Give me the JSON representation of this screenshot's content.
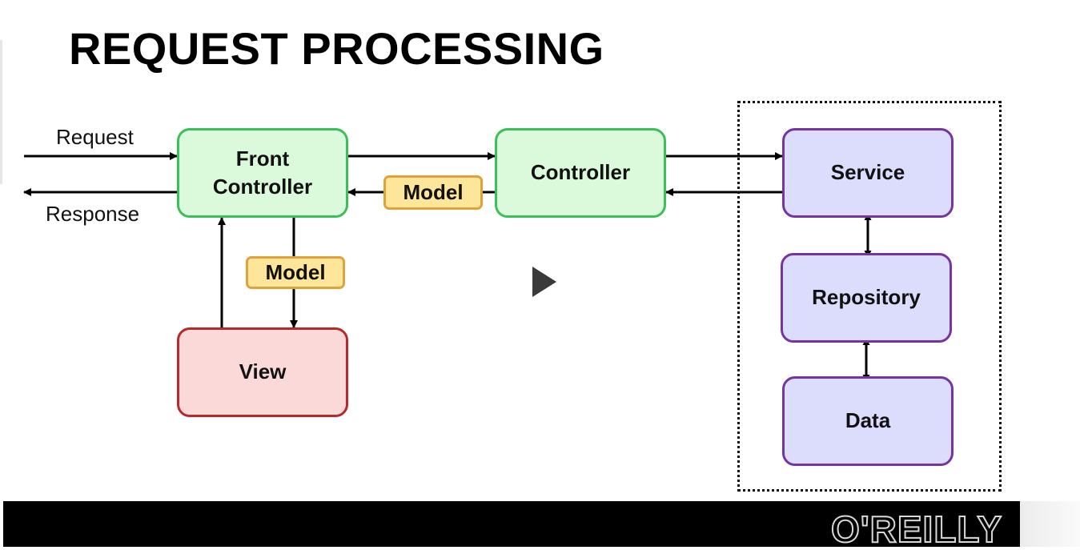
{
  "slide": {
    "title": "REQUEST PROCESSING",
    "labels": {
      "request": "Request",
      "response": "Response"
    },
    "nodes": {
      "front_controller": "Front\nController",
      "controller": "Controller",
      "view": "View",
      "service": "Service",
      "repository": "Repository",
      "data": "Data"
    },
    "tags": {
      "model_top": "Model",
      "model_side": "Model"
    }
  },
  "player": {
    "play_icon": "play-icon"
  },
  "footer": {
    "logo": "O'REILLY"
  },
  "colors": {
    "green_fill": "#dbfadb",
    "green_border": "#3cbf58",
    "red_fill": "#fbd9d9",
    "red_border": "#b7282a",
    "purple_fill": "#dcdcfc",
    "purple_border": "#7434a2",
    "tag_fill": "#fde69a",
    "tag_border": "#e0a23a",
    "footer_bg": "#000000"
  }
}
